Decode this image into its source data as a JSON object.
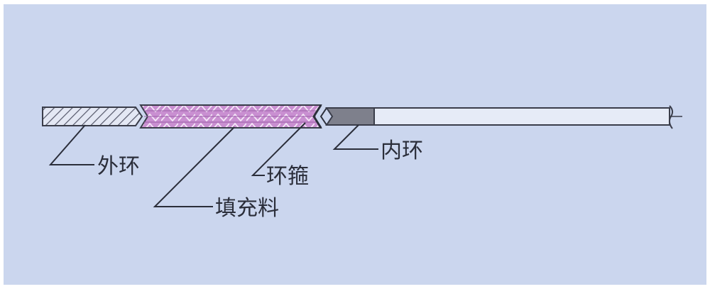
{
  "colors": {
    "background": "#cbd6ee",
    "outline": "#3a3d4a",
    "filler_fill": "#c98fd1",
    "filler_stroke": "#ffffff",
    "inner_ring_fill": "#7e808c",
    "outer_ring_hatch": "#55586a",
    "strip_fill": "#e6ebf7"
  },
  "labels": {
    "outer_ring": "外环",
    "filler": "填充料",
    "hoop": "环箍",
    "inner_ring": "内环"
  }
}
